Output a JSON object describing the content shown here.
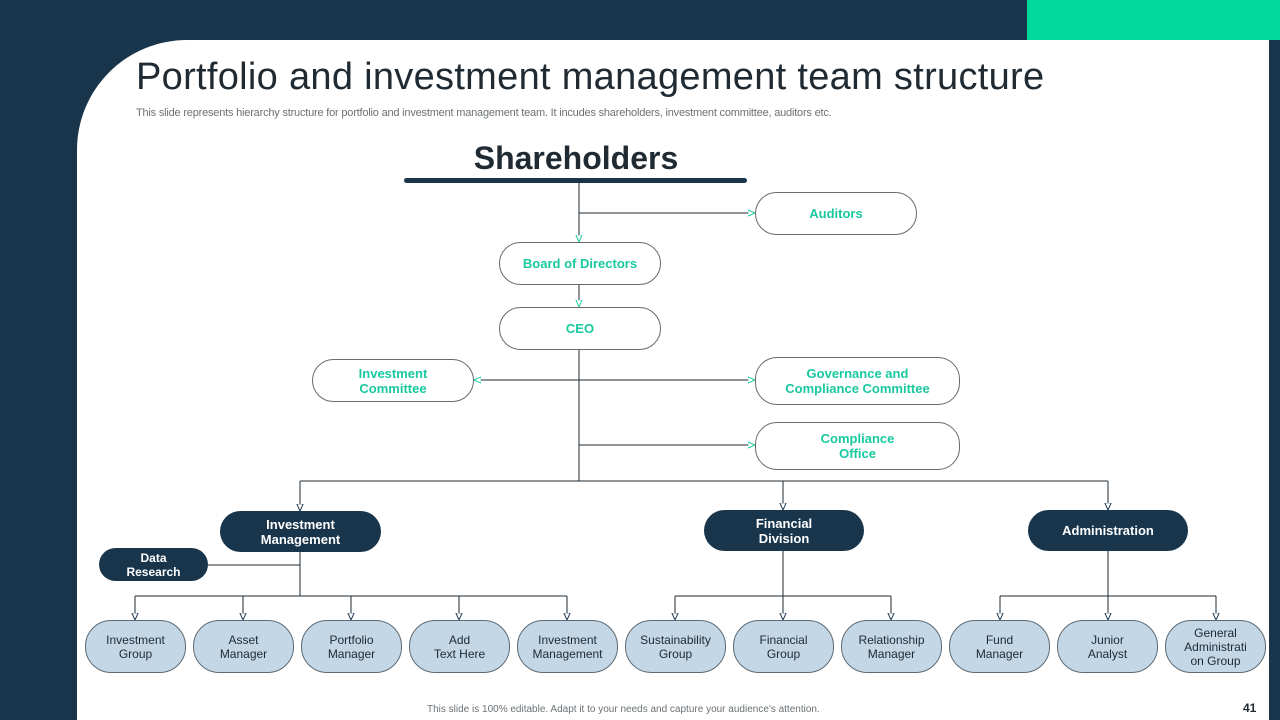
{
  "slide": {
    "title": "Portfolio and investment management team structure",
    "subtitle": "This slide represents hierarchy structure for portfolio and investment management team. It incudes shareholders, investment committee, auditors etc.",
    "footer": "This slide is 100% editable. Adapt it to your needs and capture your audience's attention.",
    "page_number": "41"
  },
  "colors": {
    "navy": "#18354c",
    "teal": "#00d99b",
    "teal_text": "#18c9a0",
    "light_blue": "#c4d7e7"
  },
  "chart": {
    "root": "Shareholders",
    "auditors": "Auditors",
    "board": "Board of Directors",
    "ceo": "CEO",
    "investment_committee": "Investment\nCommittee",
    "governance": "Governance and\nCompliance Committee",
    "compliance_office": "Compliance\nOffice",
    "investment_management": "Investment\nManagement",
    "financial_division": "Financial\nDivision",
    "administration": "Administration",
    "data_research": "Data\nResearch",
    "im_children": [
      "Investment\nGroup",
      "Asset\nManager",
      "Portfolio\nManager",
      "Add\nText Here",
      "Investment\nManagement"
    ],
    "fd_children": [
      "Sustainability\nGroup",
      "Financial\nGroup",
      "Relationship\nManager"
    ],
    "admin_children": [
      "Fund\nManager",
      "Junior\nAnalyst",
      "General\nAdministrati\non Group"
    ]
  }
}
